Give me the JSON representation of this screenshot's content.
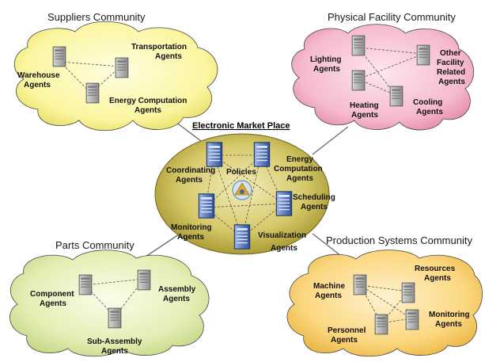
{
  "hub": {
    "title": "Electronic Market Place",
    "agents": {
      "coordinating_1": "Coordinating",
      "coordinating_2": "Agents",
      "policies": "Policies",
      "energy_1": "Energy",
      "energy_2": "Computation",
      "energy_3": "Agents",
      "scheduling_1": "Scheduling",
      "scheduling_2": "Agents",
      "monitoring_1": "Monitoring",
      "monitoring_2": "Agents",
      "visualization_1": "Visualization",
      "visualization_2": "Agents"
    }
  },
  "communities": {
    "suppliers": {
      "title": "Suppliers Community",
      "color": "#fbf6a0",
      "labels": {
        "warehouse_1": "Warehouse",
        "warehouse_2": "Agents",
        "transportation_1": "Transportation",
        "transportation_2": "Agents",
        "energy_1": "Energy Computation",
        "energy_2": "Agents"
      }
    },
    "facility": {
      "title": "Physical Facility Community",
      "color": "#f6b9cf",
      "labels": {
        "lighting_1": "Lighting",
        "lighting_2": "Agents",
        "heating_1": "Heating",
        "heating_2": "Agents",
        "other_1": "Other",
        "other_2": "Facility",
        "other_3": "Related",
        "other_4": "Agents",
        "cooling_1": "Cooling",
        "cooling_2": "Agents"
      }
    },
    "parts": {
      "title": "Parts Community",
      "color": "#e4eeb4",
      "labels": {
        "component_1": "Component",
        "component_2": "Agents",
        "assembly_1": "Assembly",
        "assembly_2": "Agents",
        "subassembly_1": "Sub-Assembly",
        "subassembly_2": "Agents"
      }
    },
    "production": {
      "title": "Production Systems Community",
      "color": "#fbd77f",
      "labels": {
        "machine_1": "Machine",
        "machine_2": "Agents",
        "resources_1": "Resources",
        "resources_2": "Agents",
        "personnel_1": "Personnel",
        "personnel_2": "Agents",
        "monitoring_1": "Monitoring",
        "monitoring_2": "Agents"
      }
    }
  },
  "colors": {
    "hub_fill": "#c8b84a",
    "server_gray": "#b9b9b9",
    "server_blue": "#5b7fc7",
    "link": "#6f6f6f"
  },
  "icons": [
    "server-icon",
    "blue-server-icon",
    "policy-emblem-icon"
  ]
}
